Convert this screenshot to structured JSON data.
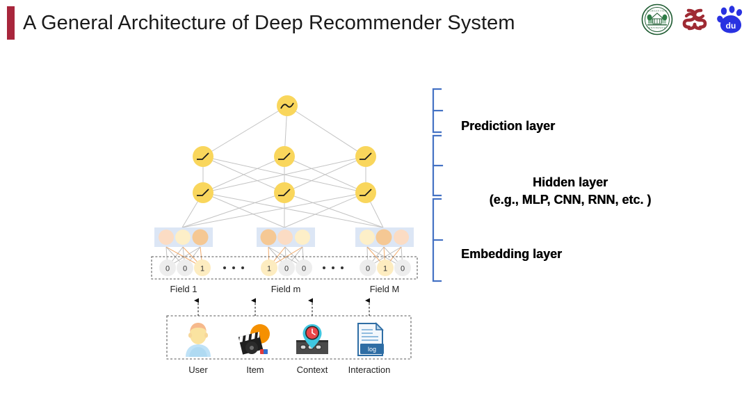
{
  "slide": {
    "title": "A General Architecture of Deep Recommender System",
    "accent_color": "#A8263C",
    "background": "#FFFFFF"
  },
  "logos": [
    {
      "name": "michigan-state-university-seal",
      "alt": "Michigan State University seal",
      "color": "#1F5C32"
    },
    {
      "name": "knot-logo",
      "alt": "Red knot institutional logo",
      "color": "#9E2A33"
    },
    {
      "name": "baidu-logo",
      "alt": "Baidu paw logo",
      "color": "#2932E1",
      "wordmark": "du"
    }
  ],
  "diagram": {
    "type": "neural-network-architecture",
    "output_node": {
      "activation_glyph": "sigmoid",
      "color": "#F9D65C"
    },
    "hidden_nodes": {
      "count_per_layer": 3,
      "layers": 2,
      "activation_glyph": "relu",
      "color": "#F9D65C"
    },
    "edge_color": "#BFBFBF",
    "embedding": {
      "block_background": "#DCE6F5",
      "blocks": [
        {
          "field": "Field 1",
          "cells": [
            "#FBDCC4",
            "#FDEFC8",
            "#F5C894"
          ]
        },
        {
          "field": "Field m",
          "cells": [
            "#F5C894",
            "#FBDCC4",
            "#FDEFC8"
          ]
        },
        {
          "field": "Field M",
          "cells": [
            "#FDEFC8",
            "#F5C894",
            "#FBDCC4"
          ]
        }
      ]
    },
    "onehot": {
      "box_style": "dashed",
      "active_color": "#FDECC0",
      "inactive_color": "#EDEDED",
      "active_edge_color": "#F0A868",
      "groups": [
        {
          "field": "Field 1",
          "values": [
            "0",
            "0",
            "1"
          ]
        },
        {
          "field": "Field m",
          "values": [
            "1",
            "0",
            "0"
          ]
        },
        {
          "field": "Field M",
          "values": [
            "0",
            "1",
            "0"
          ]
        }
      ],
      "separator": "• • •"
    },
    "field_labels": [
      "Field 1",
      "Field m",
      "Field M"
    ],
    "sources": [
      {
        "label": "User",
        "icon": "user-avatar-icon"
      },
      {
        "label": "Item",
        "icon": "movie-clapper-icon"
      },
      {
        "label": "Context",
        "icon": "location-pin-road-icon"
      },
      {
        "label": "Interaction",
        "icon": "log-document-icon"
      }
    ],
    "brace_color": "#4472C4",
    "layer_labels": [
      {
        "name": "prediction",
        "text": "Prediction layer"
      },
      {
        "name": "hidden",
        "line1": "Hidden layer",
        "line2": "(e.g., MLP, CNN, RNN, etc. )"
      },
      {
        "name": "embedding",
        "text": "Embedding layer"
      }
    ]
  }
}
